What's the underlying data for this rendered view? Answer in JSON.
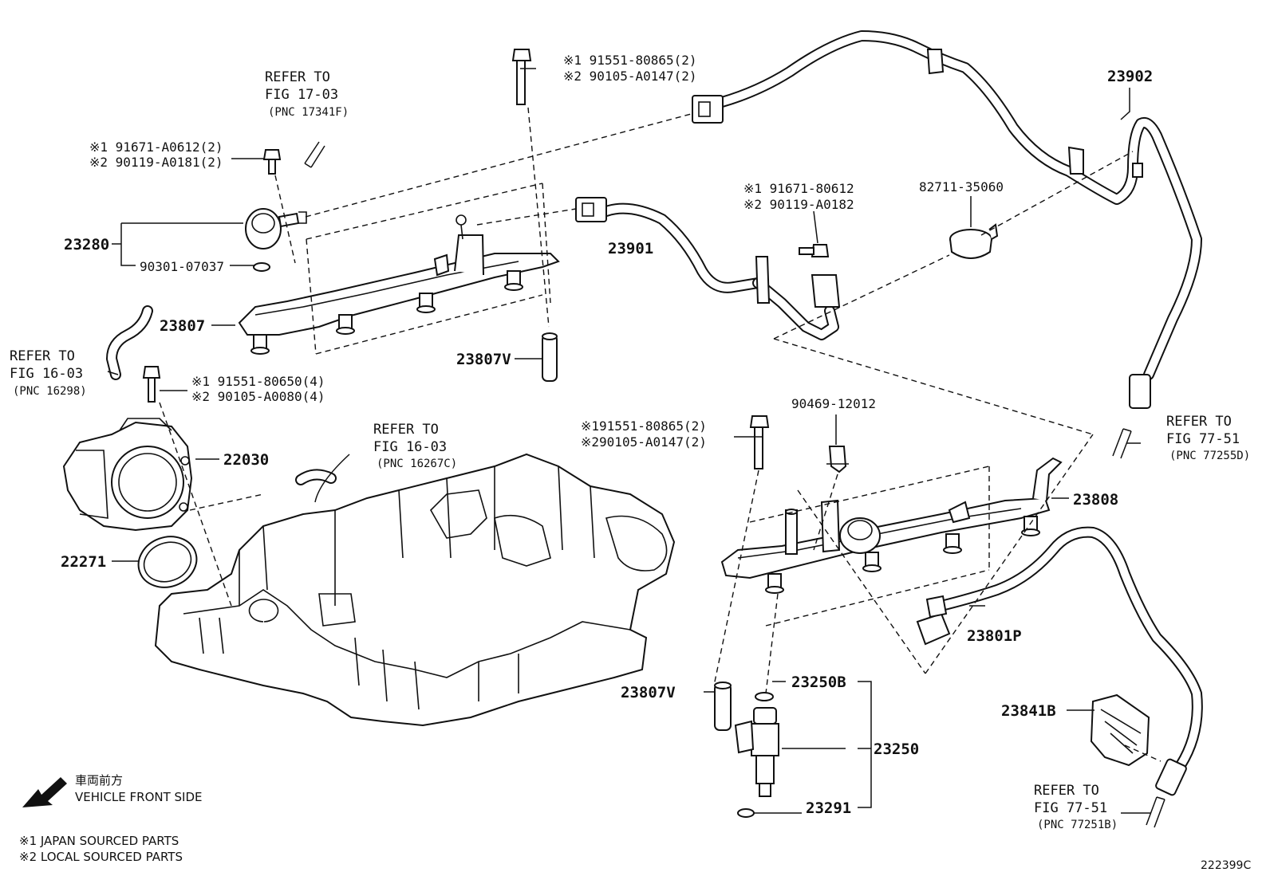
{
  "diagram_code": "222399C",
  "direction": {
    "jp": "車両前方",
    "en": "VEHICLE FRONT SIDE"
  },
  "notes": [
    "※1 JAPAN SOURCED PARTS",
    "※2 LOCAL SOURCED PARTS"
  ],
  "parts": {
    "p23280": "23280",
    "p90301": "90301-07037",
    "p23807": "23807",
    "p23807v_top": "23807V",
    "p23807v_bot": "23807V",
    "p23901": "23901",
    "p23902": "23902",
    "p82711": "82711-35060",
    "p22030": "22030",
    "p22271": "22271",
    "p23808": "23808",
    "p23801p": "23801P",
    "p90469": "90469-12012",
    "p23250b": "23250B",
    "p23250": "23250",
    "p23291": "23291",
    "p23841b": "23841B"
  },
  "bolts": {
    "b1": {
      "l1": "※1 91671-A0612(2)",
      "l2": "※2 90119-A0181(2)"
    },
    "b2": {
      "l1": "※1 91551-80865(2)",
      "l2": "※2 90105-A0147(2)"
    },
    "b3": {
      "l1": "※1 91671-80612",
      "l2": "※2 90119-A0182"
    },
    "b4": {
      "l1": "※1 91551-80650(4)",
      "l2": "※2 90105-A0080(4)"
    },
    "b5": {
      "l1": "※191551-80865(2)",
      "l2": "※290105-A0147(2)"
    }
  },
  "refs": {
    "r1": {
      "l1": "REFER TO",
      "l2": "FIG 17-03",
      "l3": "(PNC 17341F)"
    },
    "r2": {
      "l1": "REFER TO",
      "l2": "FIG 16-03",
      "l3": "(PNC 16298)"
    },
    "r3": {
      "l1": "REFER TO",
      "l2": "FIG 16-03",
      "l3": "(PNC 16267C)"
    },
    "r4": {
      "l1": "REFER TO",
      "l2": "FIG 77-51",
      "l3": "(PNC 77255D)"
    },
    "r5": {
      "l1": "REFER TO",
      "l2": "FIG 77-51",
      "l3": "(PNC 77251B)"
    }
  },
  "icons": {
    "direction": "arrow-down-left-icon"
  }
}
